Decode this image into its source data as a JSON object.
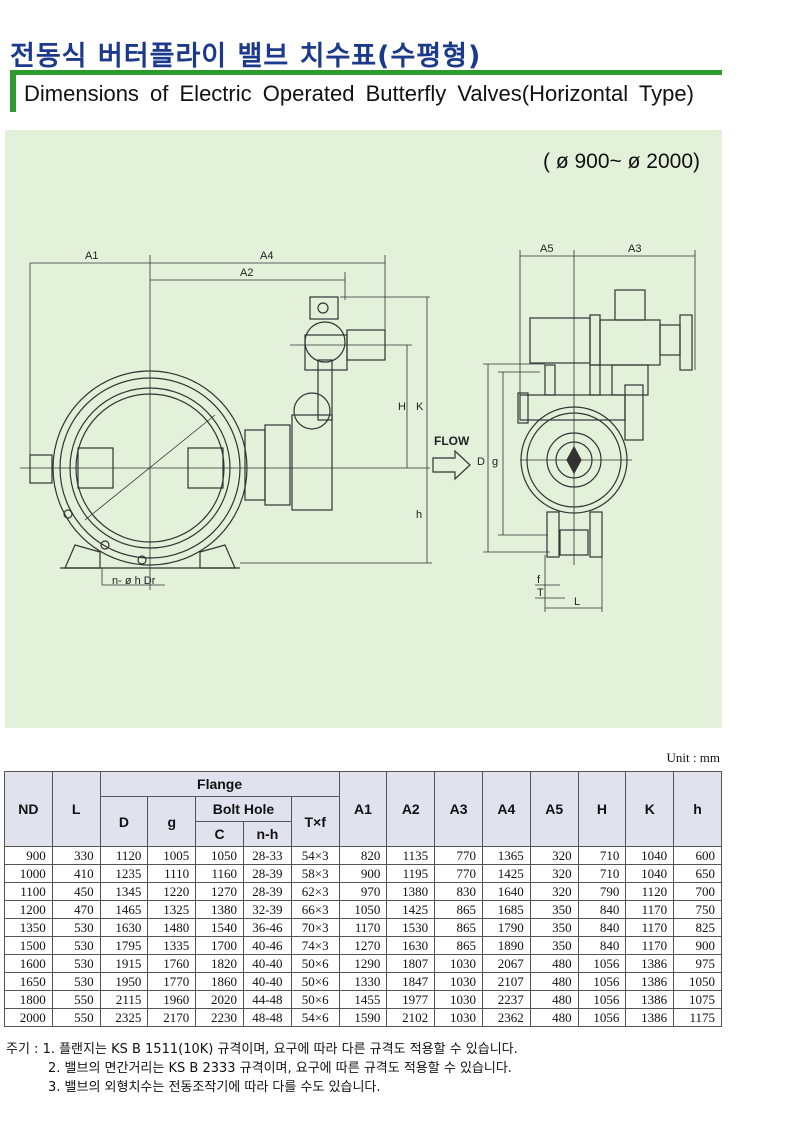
{
  "title_ko": "전동식 버터플라이 밸브 치수표(수평형)",
  "title_en": "Dimensions of Electric Operated Butterfly Valves(Horizontal Type)",
  "drawing": {
    "range": "( ø 900~  ø 2000)",
    "labels": {
      "A1": "A1",
      "A2": "A2",
      "A3": "A3",
      "A4": "A4",
      "A5": "A5",
      "H": "H",
      "K": "K",
      "h": "h",
      "D": "D",
      "g": "g",
      "f": "f",
      "T": "T",
      "L": "L",
      "flow": "FLOW",
      "bolt": "n- ø h Dr"
    }
  },
  "unit": "Unit : mm",
  "table": {
    "headers": {
      "nd": "ND",
      "l": "L",
      "flange": "Flange",
      "d": "D",
      "g": "g",
      "bolt_hole": "Bolt  Hole",
      "c": "C",
      "nh": "n-h",
      "txf": "T×f",
      "a1": "A1",
      "a2": "A2",
      "a3": "A3",
      "a4": "A4",
      "a5": "A5",
      "H": "H",
      "K": "K",
      "h": "h"
    },
    "rows": [
      [
        "900",
        "330",
        "1120",
        "1005",
        "1050",
        "28-33",
        "54×3",
        "820",
        "1135",
        "770",
        "1365",
        "320",
        "710",
        "1040",
        "600"
      ],
      [
        "1000",
        "410",
        "1235",
        "1110",
        "1160",
        "28-39",
        "58×3",
        "900",
        "1195",
        "770",
        "1425",
        "320",
        "710",
        "1040",
        "650"
      ],
      [
        "1100",
        "450",
        "1345",
        "1220",
        "1270",
        "28-39",
        "62×3",
        "970",
        "1380",
        "830",
        "1640",
        "320",
        "790",
        "1120",
        "700"
      ],
      [
        "1200",
        "470",
        "1465",
        "1325",
        "1380",
        "32-39",
        "66×3",
        "1050",
        "1425",
        "865",
        "1685",
        "350",
        "840",
        "1170",
        "750"
      ],
      [
        "1350",
        "530",
        "1630",
        "1480",
        "1540",
        "36-46",
        "70×3",
        "1170",
        "1530",
        "865",
        "1790",
        "350",
        "840",
        "1170",
        "825"
      ],
      [
        "1500",
        "530",
        "1795",
        "1335",
        "1700",
        "40-46",
        "74×3",
        "1270",
        "1630",
        "865",
        "1890",
        "350",
        "840",
        "1170",
        "900"
      ],
      [
        "1600",
        "530",
        "1915",
        "1760",
        "1820",
        "40-40",
        "50×6",
        "1290",
        "1807",
        "1030",
        "2067",
        "480",
        "1056",
        "1386",
        "975"
      ],
      [
        "1650",
        "530",
        "1950",
        "1770",
        "1860",
        "40-40",
        "50×6",
        "1330",
        "1847",
        "1030",
        "2107",
        "480",
        "1056",
        "1386",
        "1050"
      ],
      [
        "1800",
        "550",
        "2115",
        "1960",
        "2020",
        "44-48",
        "50×6",
        "1455",
        "1977",
        "1030",
        "2237",
        "480",
        "1056",
        "1386",
        "1075"
      ],
      [
        "2000",
        "550",
        "2325",
        "2170",
        "2230",
        "48-48",
        "54×6",
        "1590",
        "2102",
        "1030",
        "2362",
        "480",
        "1056",
        "1386",
        "1175"
      ]
    ]
  },
  "notes": [
    "주기 : 1. 플랜지는 KS B 1511(10K) 규격이며, 요구에 따라 다른 규격도 적용할 수 있습니다.",
    "2. 밸브의 면간거리는 KS B 2333 규격이며, 요구에 따른 규격도 적용할 수 있습니다.",
    "3. 밸브의 외형치수는 전동조작기에 따라 다를 수도 있습니다."
  ],
  "colors": {
    "title": "#1c3a8c",
    "accent_green": "#2e9a2e",
    "panel_bg": "#e3f0da",
    "header_bg": "#e2e2ef"
  }
}
